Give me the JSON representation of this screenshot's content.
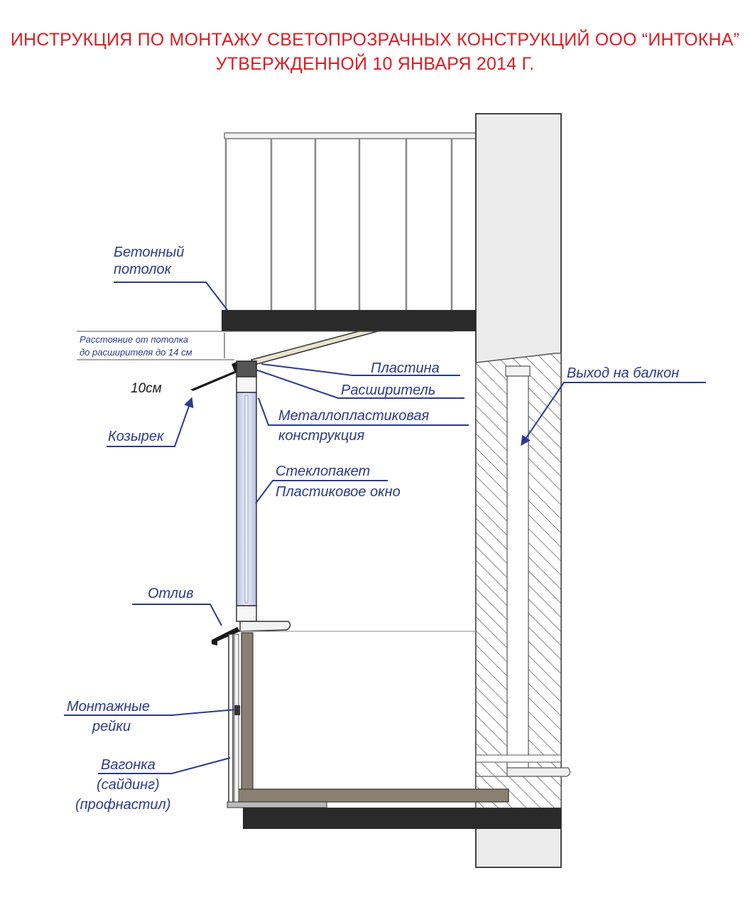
{
  "header": {
    "title_line1": "ИНСТРУКЦИЯ ПО МОНТАЖУ СВЕТОПРОЗРАЧНЫХ КОНСТРУКЦИЙ ООО “ИНТОКНА”",
    "title_line2": "УТВЕРЖДЕННОЙ 10 ЯНВАРЯ 2014 Г."
  },
  "labels": {
    "concrete_ceiling_1": "Бетонный",
    "concrete_ceiling_2": "потолок",
    "distance_1": "Расстояние от потолка",
    "distance_2": "до расширителя до 14 см",
    "plate": "Пластина",
    "expander": "Расширитель",
    "size_10cm": "10см",
    "visor": "Козырек",
    "metal_plastic_1": "Металлопластиковая",
    "metal_plastic_2": "конструкция",
    "glass_unit": "Стеклопакет",
    "plastic_window": "Пластиковое окно",
    "balcony_exit": "Выход на балкон",
    "drip_sill": "Отлив",
    "mounting_rails_1": "Монтажные",
    "mounting_rails_2": "рейки",
    "cladding_1": "Вагонка",
    "cladding_2": "(сайдинг)",
    "cladding_3": "(профнастил)"
  },
  "colors": {
    "title": "#e01b22",
    "label": "#2c3a8c",
    "slab": "#2a2a2a",
    "wall": "#ececec",
    "frame": "#8a8070"
  }
}
